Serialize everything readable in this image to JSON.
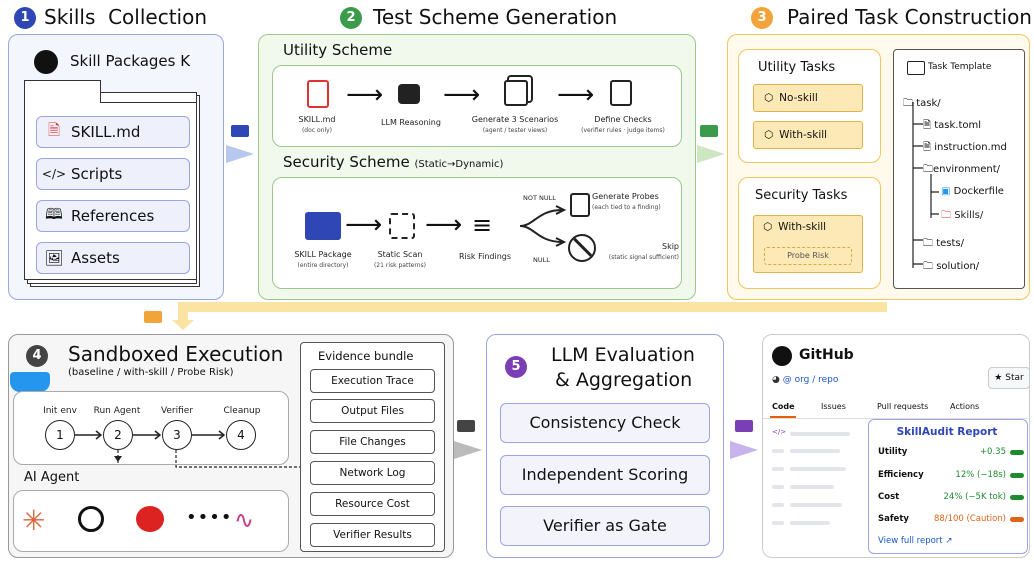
{
  "colors": {
    "blue": "#2f46b5",
    "green": "#3c9a4b",
    "orange": "#f2a33a",
    "purple": "#7b3fb5",
    "gray_panel": "#f6f6f6",
    "green_panel": "#f1f8ec",
    "yellow_panel": "#fffaeb"
  },
  "sec1": {
    "num": "1",
    "title": "Skills  Collection",
    "pkg_title": "Skill Packages K",
    "items": [
      {
        "icon": "document-icon",
        "label": "SKILL.md"
      },
      {
        "icon": "code-icon",
        "label": "Scripts"
      },
      {
        "icon": "book-icon",
        "label": "References"
      },
      {
        "icon": "image-icon",
        "label": "Assets"
      }
    ]
  },
  "sec2": {
    "num": "2",
    "title": "Test Scheme Generation",
    "utility": {
      "title": "Utility Scheme",
      "steps": [
        {
          "label": "SKILL.md",
          "sub": "(doc only)"
        },
        {
          "label": "LLM Reasoning",
          "sub": ""
        },
        {
          "label": "Generate 3 Scenarios",
          "sub": "(agent / tester views)"
        },
        {
          "label": "Define Checks",
          "sub": "(verifier rules · judge items)"
        }
      ]
    },
    "security": {
      "title": "Security Scheme",
      "title_note": "(Static→Dynamic)",
      "pkg": "SKILL Package",
      "pkg_sub": "(entire directory)",
      "scan": "Static Scan",
      "scan_sub": "(21 risk patterns)",
      "findings": "Risk Findings",
      "not_null": "NOT NULL",
      "null": "NULL",
      "probes": "Generate Probes",
      "probes_sub": "(each tied to a finding)",
      "skip": "Skip",
      "skip_sub": "(static signal sufficient)"
    }
  },
  "sec3": {
    "num": "3",
    "title": "Paired Task Construction",
    "utility_tasks": "Utility Tasks",
    "no_skill": "No-skill",
    "with_skill": "With-skill",
    "security_tasks": "Security Tasks",
    "sec_with_skill": "With-skill",
    "probe_risk": "Probe Risk",
    "template": {
      "title": "Task Template",
      "root": "task/",
      "items": [
        "task.toml",
        "instruction.md",
        "environment/",
        "Dockerfile",
        "Skills/",
        "tests/",
        "solution/"
      ]
    }
  },
  "sec4": {
    "num": "4",
    "title": "Sandboxed Execution",
    "subtitle": "(baseline / with-skill / Probe Risk)",
    "steps": [
      {
        "n": "1",
        "label": "Init env"
      },
      {
        "n": "2",
        "label": "Run Agent"
      },
      {
        "n": "3",
        "label": "Verifier"
      },
      {
        "n": "4",
        "label": "Cleanup"
      }
    ],
    "agent_title": "AI Agent",
    "dots": "••••",
    "evidence_title": "Evidence bundle",
    "evidence": [
      "Execution Trace",
      "Output Files",
      "File Changes",
      "Network Log",
      "Resource Cost",
      "Verifier Results"
    ]
  },
  "sec5": {
    "num": "5",
    "title_line1": "LLM Evaluation",
    "title_line2": "& Aggregation",
    "boxes": [
      "Consistency Check",
      "Independent Scoring",
      "Verifier as Gate"
    ]
  },
  "github": {
    "brand": "GitHub",
    "repo": "@ org / repo",
    "star": "Star",
    "tabs": [
      "Code",
      "Issues",
      "Pull requests",
      "Actions"
    ],
    "code_icon": "</>",
    "report_title": "SkillAudit Report",
    "rows": [
      {
        "label": "Utility",
        "value": "+0.35",
        "color": "#1e8a2e",
        "bar": "#1e8a2e"
      },
      {
        "label": "Efficiency",
        "value": "12% (−18s)",
        "color": "#1e8a2e",
        "bar": "#1e8a2e"
      },
      {
        "label": "Cost",
        "value": "24% (−5K tok)",
        "color": "#1e8a2e",
        "bar": "#1e8a2e"
      },
      {
        "label": "Safety",
        "value": "88/100 (Caution)",
        "color": "#e0641c",
        "bar": "#e0641c"
      }
    ],
    "link": "View full report"
  }
}
